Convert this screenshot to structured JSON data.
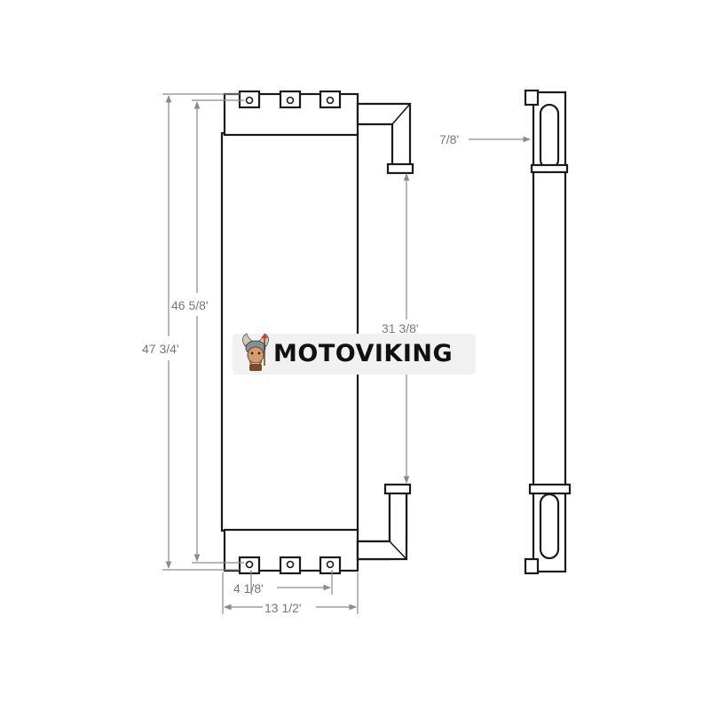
{
  "brand": {
    "name": "MOTOVIKING"
  },
  "dimensions": {
    "overall_height": "47 3/4'",
    "core_height": "46 5/8'",
    "port_spacing": "31 3/8'",
    "thickness": "7/8'",
    "hole_spacing": "4 1/8'",
    "overall_width": "13 1/2'"
  },
  "colors": {
    "line": "#1a1a1a",
    "dimension": "#8a8a8a",
    "logo_bg": "#f1f1f1"
  }
}
